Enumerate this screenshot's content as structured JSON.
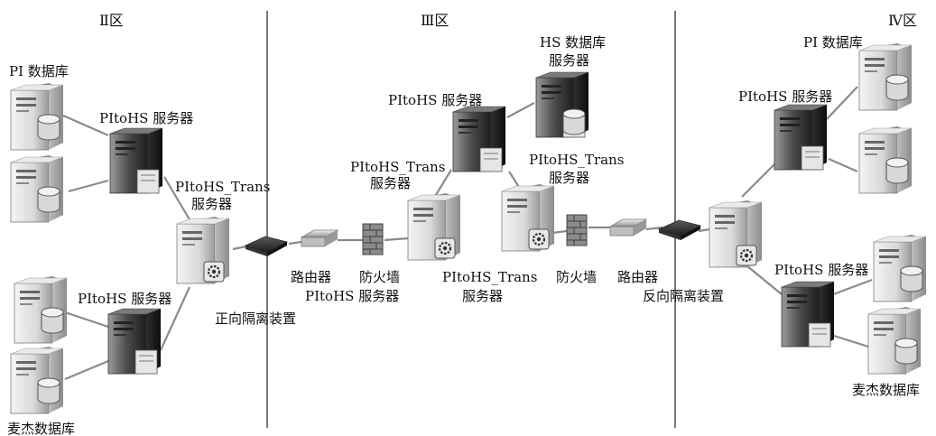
{
  "zones": {
    "zone2": "Ⅱ区",
    "zone3": "Ⅲ区",
    "zone4": "Ⅳ区"
  },
  "labels": {
    "pi_db_left": "PI 数据库",
    "maijie_db_left": "麦杰数据库",
    "pitohs_server_left_top": "PItoHS 服务器",
    "pitohs_server_left_bottom": "PItoHS 服务器",
    "trans_server_left_1": "PItoHS_Trans",
    "trans_server_left_2": "服务器",
    "forward_isolation": "正向隔离装置",
    "router_mid": "路由器",
    "firewall_mid": "防火墙",
    "pitohs_server_mid_bottom": "PItoHS 服务器",
    "pitohs_server_mid_top": "PItoHS 服务器",
    "trans_server_mid_left_1": "PItoHS_Trans",
    "trans_server_mid_left_2": "服务器",
    "hs_db_server_1": "HS 数据库",
    "hs_db_server_2": "服务器",
    "trans_server_mid_right_1": "PItoHS_Trans",
    "trans_server_mid_right_2": "服务器",
    "trans_server_mid_bottom_1": "PItoHS_Trans",
    "trans_server_mid_bottom_2": "服务器",
    "firewall_right": "防火墙",
    "router_right": "路由器",
    "reverse_isolation": "反向隔离装置",
    "pi_db_right": "PI 数据库",
    "pitohs_server_right_top": "PItoHS 服务器",
    "pitohs_server_right_bottom": "PItoHS 服务器",
    "maijie_db_right": "麦杰数据库"
  }
}
